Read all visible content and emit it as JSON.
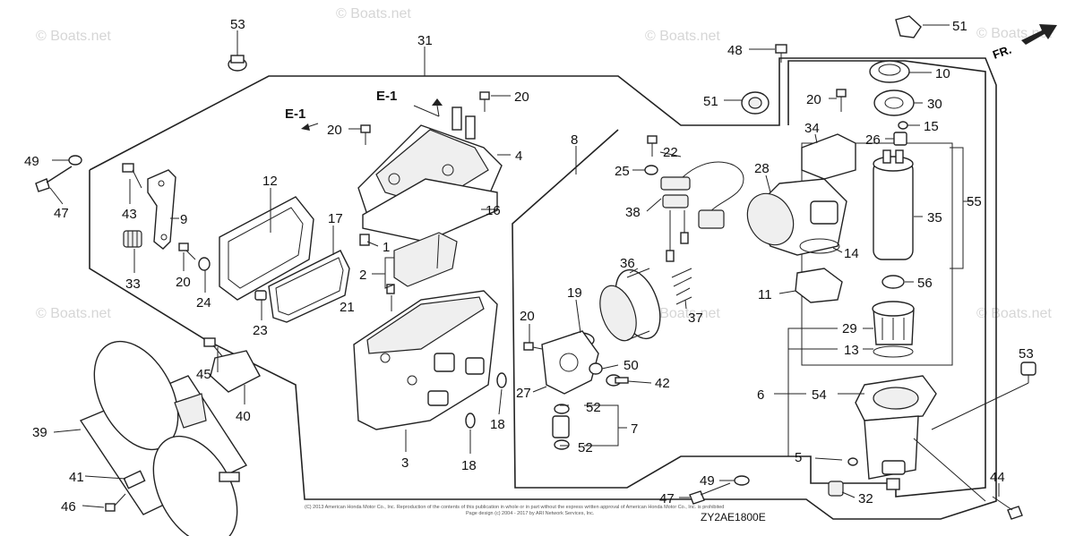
{
  "watermark": "© Boats.net",
  "callouts": {
    "c53a": "53",
    "c31": "31",
    "c49a": "49",
    "c47a": "47",
    "c43": "43",
    "c9": "9",
    "c33": "33",
    "c20a": "20",
    "c24": "24",
    "c12": "12",
    "c17": "17",
    "c23": "23",
    "c21": "21",
    "e1a": "E-1",
    "e1b": "E-1",
    "c20b": "20",
    "c20c": "20",
    "c4": "4",
    "c16": "16",
    "c1": "1",
    "c2": "2",
    "c3": "3",
    "c18a": "18",
    "c18b": "18",
    "c45": "45",
    "c40": "40",
    "c39": "39",
    "c41": "41",
    "c46": "46",
    "c8": "8",
    "c22": "22",
    "c25": "25",
    "c38": "38",
    "c36": "36",
    "c37": "37",
    "c19": "19",
    "c20d": "20",
    "c50": "50",
    "c42": "42",
    "c27": "27",
    "c52a": "52",
    "c7": "7",
    "c52b": "52",
    "c48": "48",
    "c51a": "51",
    "c51b": "51",
    "c10": "10",
    "c30": "30",
    "c15": "15",
    "c20e": "20",
    "c34": "34",
    "c26": "26",
    "c28": "28",
    "c35": "35",
    "c55": "55",
    "c14": "14",
    "c56": "56",
    "c11": "11",
    "c29": "29",
    "c13": "13",
    "c53b": "53",
    "c6": "6",
    "c54": "54",
    "c5": "5",
    "c49b": "49",
    "c47b": "47",
    "c32": "32",
    "c44": "44"
  },
  "fr_label": "FR.",
  "diagram_code": "ZY2AE1800E",
  "footer_line1": "(C) 2013 American Honda Motor Co., Inc. Reproduction of the contents of this publication in whole or in part without the express written approval of American Honda Motor Co., Inc. is prohibited",
  "footer_line2": "Page design (c) 2004 - 2017 by ARI Network Services, Inc."
}
